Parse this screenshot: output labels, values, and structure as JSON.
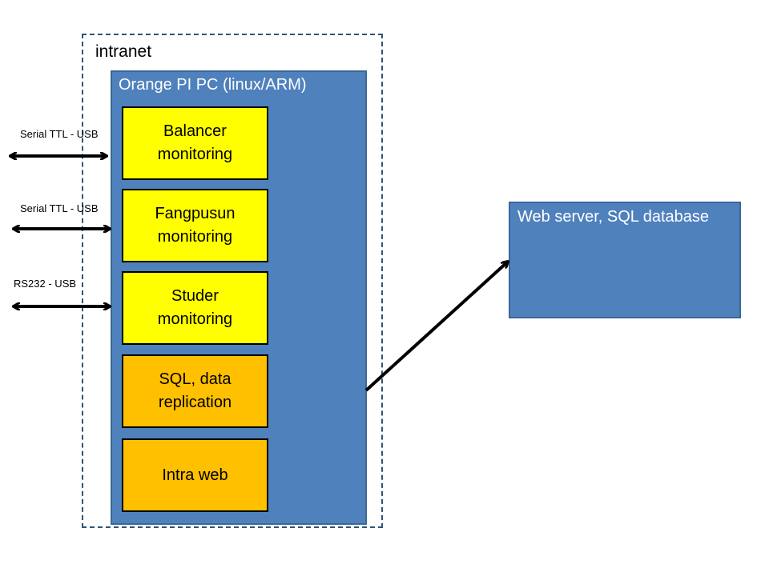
{
  "intranet": {
    "label": "intranet"
  },
  "pc": {
    "label": "Orange PI PC (linux/ARM)"
  },
  "modules": [
    {
      "label": "Balancer monitoring",
      "color": "#ffff00"
    },
    {
      "label": "Fangpusun monitoring",
      "color": "#ffff00"
    },
    {
      "label": "Studer monitoring",
      "color": "#ffff00"
    },
    {
      "label": "SQL, data replication",
      "color": "#ffc000"
    },
    {
      "label": "Intra web",
      "color": "#ffc000"
    }
  ],
  "links": [
    {
      "label": "Serial TTL - USB"
    },
    {
      "label": "Serial TTL - USB"
    },
    {
      "label": "RS232 - USB"
    }
  ],
  "server": {
    "label": "Web server, SQL database"
  },
  "colors": {
    "container_blue": "#4f81bd",
    "dashed_border": "#2f5577",
    "module_yellow": "#ffff00",
    "module_orange": "#ffc000"
  }
}
